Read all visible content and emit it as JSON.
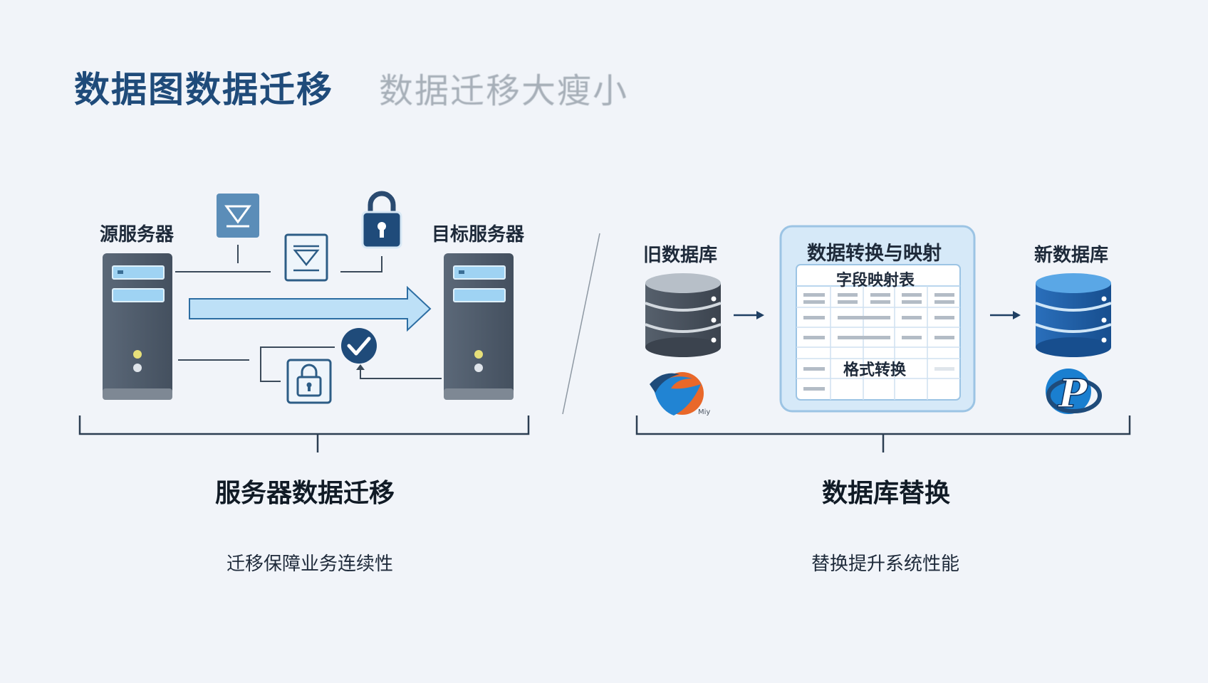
{
  "title": {
    "main": "数据图数据迁移",
    "sub": "数据迁移大瘦小"
  },
  "left": {
    "source_label": "源服务器",
    "target_label": "目标服务器",
    "section_title": "服务器数据迁移",
    "section_sub": "迁移保障业务连续性"
  },
  "right": {
    "old_db_label": "旧数据库",
    "new_db_label": "新数据库",
    "mapping_box_title": "数据转换与映射",
    "table_title": "字段映射表",
    "format_label": "格式转换",
    "old_logo_text": "Miy",
    "new_logo_letter": "P",
    "section_title": "数据库替换",
    "section_sub": "替换提升系统性能"
  },
  "colors": {
    "title_blue": "#1f4b7a",
    "server_dark": "#4d5a6b",
    "arrow_light_blue": "#bde0f7",
    "icon_blue": "#5b8db8",
    "db_dark": "#4a5461",
    "db_blue": "#1d5fa8"
  }
}
